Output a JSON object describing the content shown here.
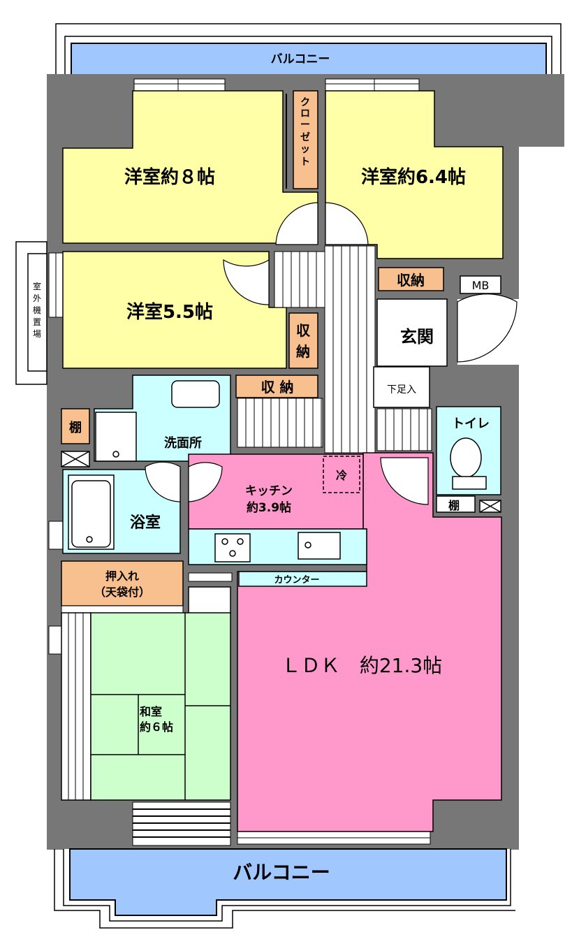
{
  "colors": {
    "wall": "#777777",
    "western_room": "#FFFFA8",
    "storage": "#F9C08F",
    "wet_area": "#CCFFFF",
    "ldk": "#FF99CC",
    "japanese_room": "#CCFFCC",
    "balcony": "#A0C8FF"
  },
  "rooms": {
    "balcony_top": "バルコニー",
    "western_8": "洋室約８帖",
    "closet": [
      "ク",
      "ロ",
      "ー",
      "ゼ",
      "ッ",
      "ト"
    ],
    "western_64": "洋室約6.4帖",
    "western_55": "洋室5.5帖",
    "storage_55": [
      "収",
      "納"
    ],
    "storage_64": "収納",
    "mb": "MB",
    "entrance": "玄関",
    "shoe_box": "下足入",
    "storage_hall": "収 納",
    "outdoor_unit": [
      "室",
      "外",
      "機",
      "置",
      "場"
    ],
    "shelf_left": "棚",
    "washroom": "洗面所",
    "toilet": "トイレ",
    "shelf_toilet": "棚",
    "bathroom": "浴室",
    "kitchen": "キッチン",
    "kitchen_size": "約3.9帖",
    "fridge": "冷",
    "counter": "カウンター",
    "closet_japanese": "押入れ",
    "closet_japanese_note": "（天袋付）",
    "japanese_room": "和室",
    "japanese_room_size": "約６帖",
    "ldk": "ＬＤＫ　約21.3帖",
    "balcony_bottom": "バルコニー"
  }
}
